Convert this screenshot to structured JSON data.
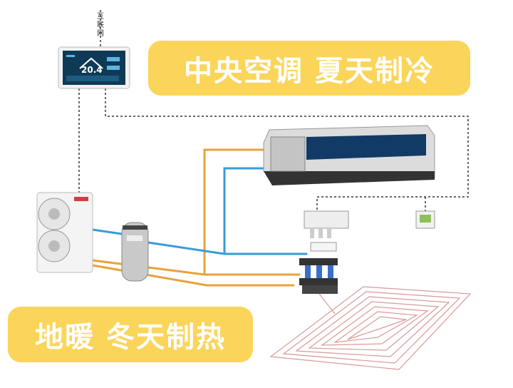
{
  "labels": {
    "internet": "互联网",
    "cooling_banner": "中央空调 夏天制冷",
    "heating_banner": "地暖 冬天制热",
    "panel_temperature": "20.4"
  },
  "colors": {
    "hot_pipe": "#e8a23c",
    "cold_pipe": "#3a9bd6",
    "banner": "#fbd55a",
    "floor_coil": "#d99999"
  },
  "icons": [
    "control-panel-icon",
    "outdoor-unit-icon",
    "water-tank-icon",
    "ducted-indoor-unit-icon",
    "thermostat-icon",
    "controller-box-icon",
    "manifold-icon",
    "floor-heating-coil-icon"
  ]
}
